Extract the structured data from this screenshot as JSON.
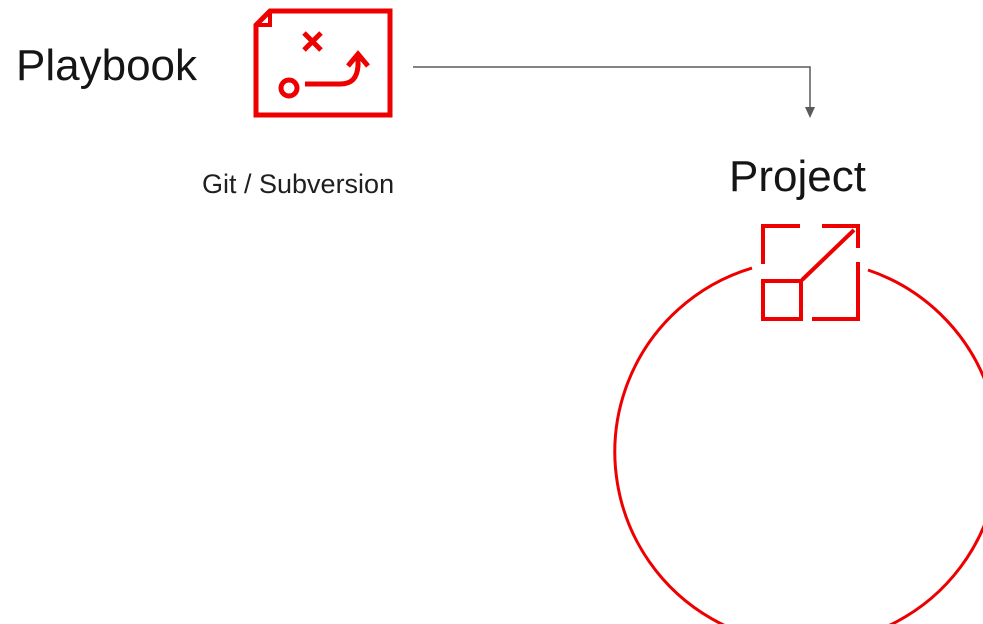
{
  "playbook": {
    "label": "Playbook",
    "icon": "playbook-icon"
  },
  "connector": {
    "label": "Git / Subversion"
  },
  "project": {
    "label": "Project",
    "icon": "project-icon"
  },
  "colors": {
    "accent": "#ee0000",
    "text": "#151515",
    "line": "#5a5a5a"
  }
}
